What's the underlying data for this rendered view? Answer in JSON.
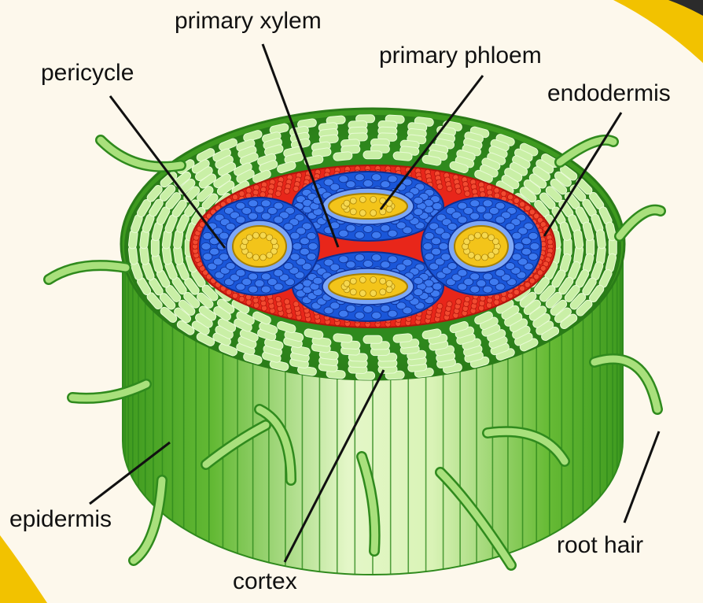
{
  "labels": {
    "primary_xylem": "primary xylem",
    "primary_phloem": "primary phloem",
    "pericycle": "pericycle",
    "endodermis": "endodermis",
    "epidermis": "epidermis",
    "cortex": "cortex",
    "root_hair": "root hair"
  },
  "colors": {
    "background": "#fdf8ec",
    "corner_accent": "#f2c200",
    "epidermis": "#63b934",
    "cortex_cell": "#c9efa6",
    "cortex_mortar": "#2f8a1d",
    "pericycle": "#e8261a",
    "phloem": "#1a56d8",
    "xylem": "#f3c41a",
    "leader_line": "#111111"
  }
}
